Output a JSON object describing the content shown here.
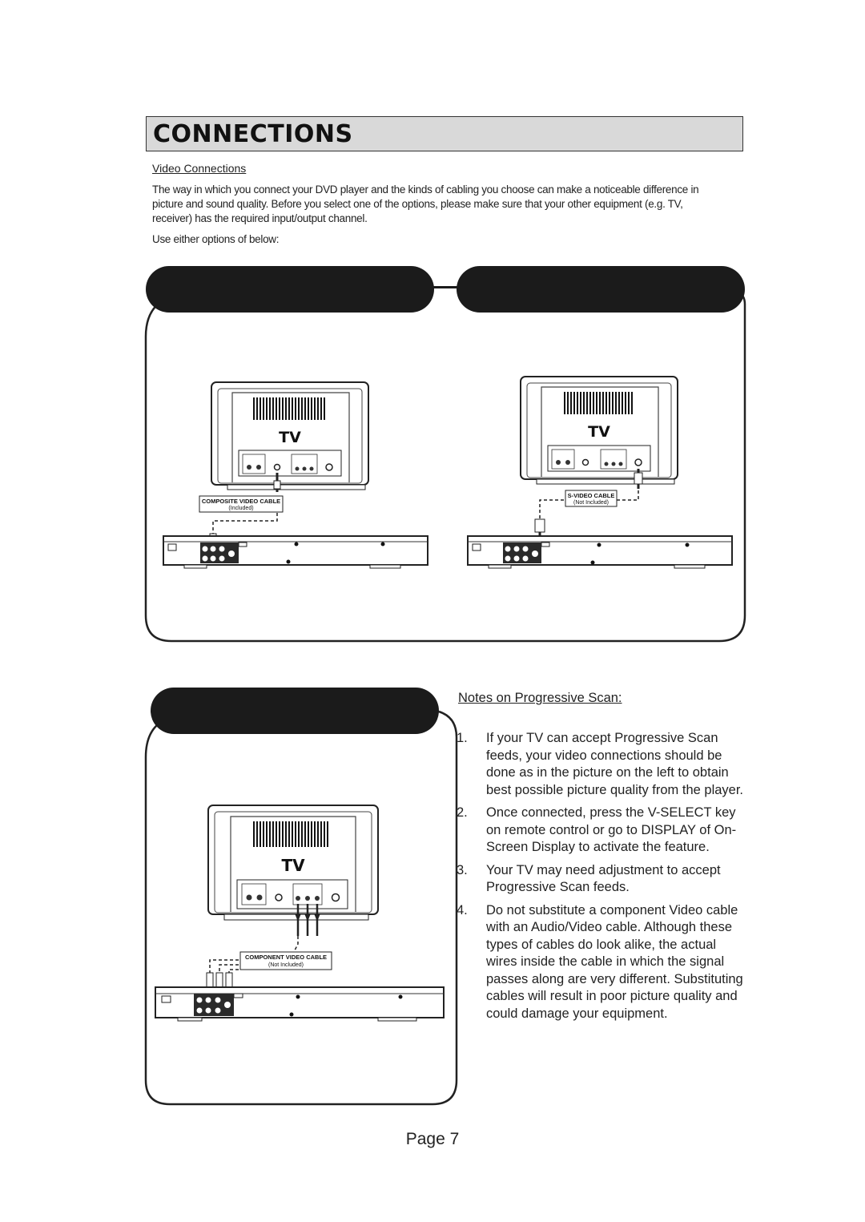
{
  "header": {
    "title": "CONNECTIONS"
  },
  "video_connections": {
    "heading": "Video Connections",
    "intro": "The way in which you connect your DVD player and the kinds of cabling you choose can make a noticeable difference in picture and sound quality. Before you select one of the options, please make sure that your other equipment (e.g. TV, receiver) has the required input/output channel.",
    "use_options": "Use either options of below:"
  },
  "diagrams": {
    "tv_label": "TV",
    "composite": {
      "cable_label": "COMPOSITE VIDEO CABLE",
      "cable_note": "(Included)"
    },
    "svideo": {
      "cable_label": "S-VIDEO CABLE",
      "cable_note": "(Not Included)"
    },
    "component": {
      "cable_label": "COMPONENT VIDEO CABLE",
      "cable_note": "(Not Included)"
    }
  },
  "notes": {
    "title": "Notes on Progressive Scan:",
    "items": [
      {
        "num": "1.",
        "text": "If your TV can accept Progressive Scan feeds, your video connections should be done as in the picture on the left to obtain best possible picture quality from the player."
      },
      {
        "num": "2.",
        "text": "Once connected, press the V-SELECT key on remote control or go to DISPLAY of On-Screen Display to activate the feature."
      },
      {
        "num": "3.",
        "text": "Your TV may need adjustment to accept Progressive Scan feeds."
      },
      {
        "num": "4.",
        "text": "Do not substitute a component Video cable with an Audio/Video cable. Although these types of cables do look alike, the actual wires inside the cable in which the signal passes along are very different. Substituting cables will result in poor picture quality and could damage your equipment."
      }
    ]
  },
  "footer": {
    "page_label": "Page 7"
  }
}
